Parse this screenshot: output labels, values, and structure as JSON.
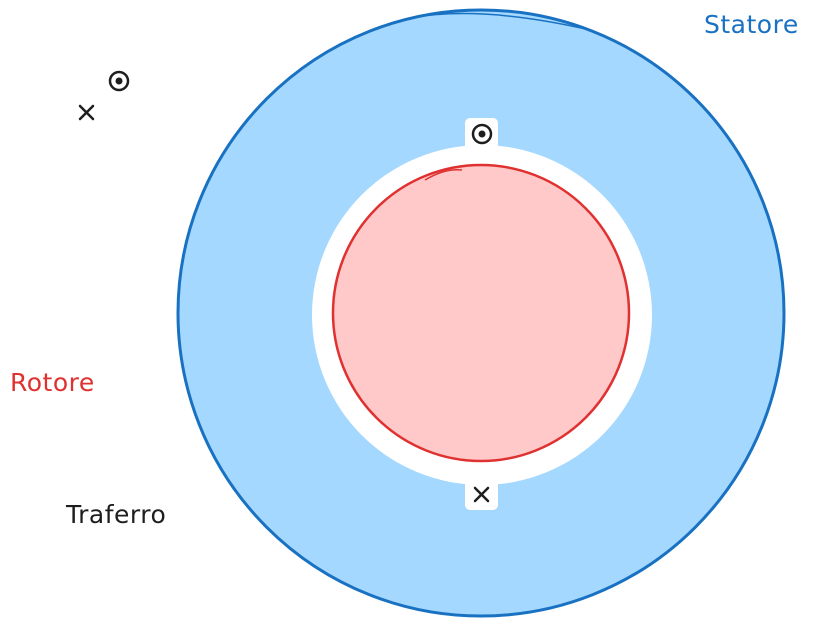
{
  "labels": {
    "stator": "Statore",
    "rotor": "Rotore",
    "air_gap": "Traferro"
  },
  "icons": {
    "current_out": "dot-in-circle-icon",
    "current_in": "cross-icon"
  },
  "colors": {
    "stator_fill": "#a5d8ff",
    "stator_stroke": "#1971c2",
    "rotor_fill": "#ffc9c9",
    "rotor_stroke": "#e03131",
    "air_gap": "#ffffff",
    "symbol": "#1e1e1e"
  }
}
